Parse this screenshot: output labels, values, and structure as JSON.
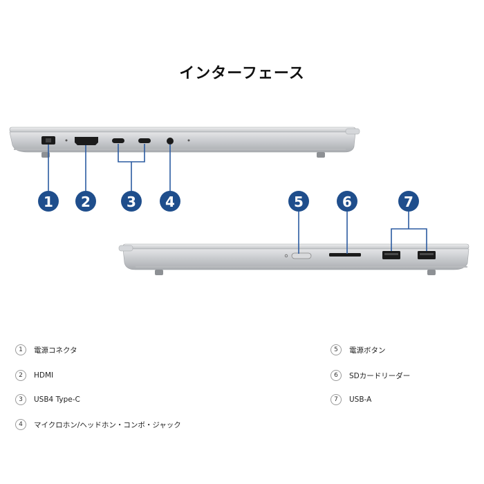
{
  "title": "インターフェース",
  "badges": [
    "1",
    "2",
    "3",
    "4",
    "5",
    "6",
    "7"
  ],
  "legend": [
    {
      "num": "1",
      "label": "電源コネクタ"
    },
    {
      "num": "2",
      "label": "HDMI"
    },
    {
      "num": "3",
      "label": "USB4 Type-C"
    },
    {
      "num": "4",
      "label": "マイクロホン/ヘッドホン・コンボ・ジャック"
    },
    {
      "num": "5",
      "label": "電源ボタン"
    },
    {
      "num": "6",
      "label": "SDカードリーダー"
    },
    {
      "num": "7",
      "label": "USB-A"
    }
  ],
  "colors": {
    "badge": "#1f4e8c",
    "chassis": "#c9cbce",
    "chassis_dark": "#9fa2a6",
    "port": "#1b1b1b"
  }
}
